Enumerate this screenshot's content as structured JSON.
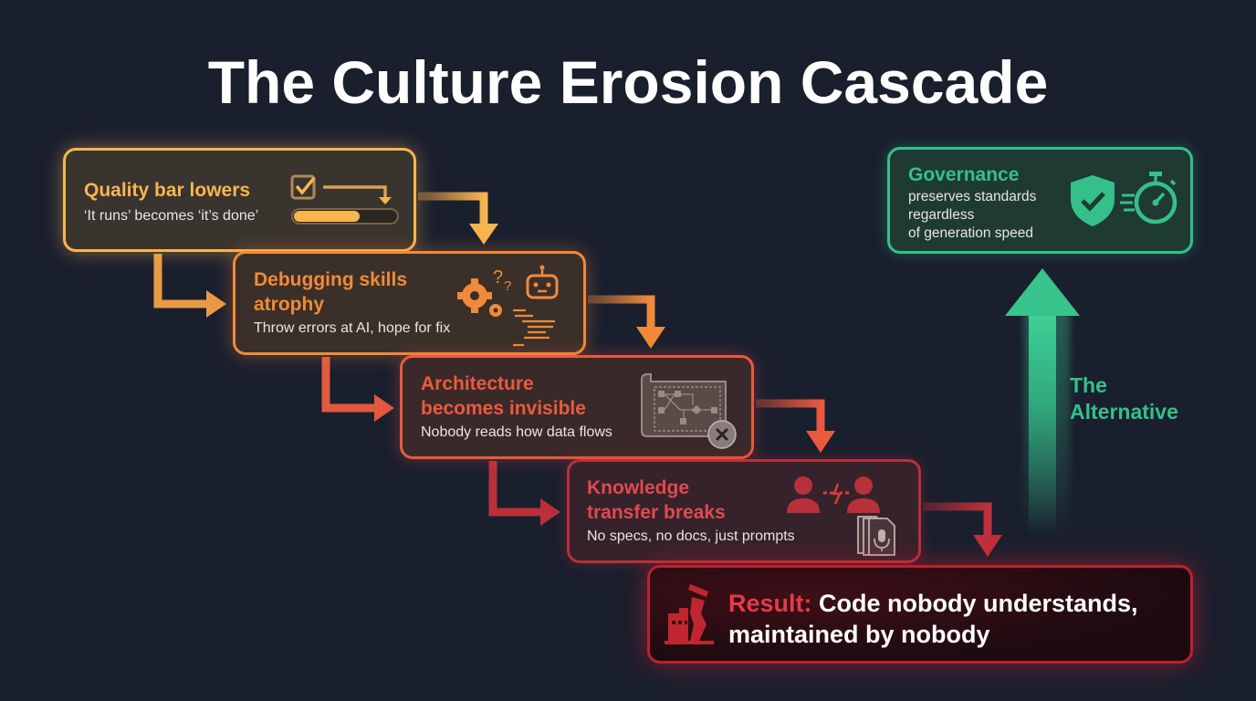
{
  "title": "The Culture Erosion Cascade",
  "colors": {
    "background": "#1a1f2e",
    "stage1": "#f7b550",
    "stage2": "#f08a3a",
    "stage3": "#ea5a3e",
    "stage4": "#e04a4e",
    "result": "#e43b45",
    "alternative": "#35c08a"
  },
  "cascade": [
    {
      "title": "Quality bar lowers",
      "subtitle": "‘It runs’ becomes ‘it’s done’",
      "icon": "checkbox-progress-bar-icon"
    },
    {
      "title_line1": "Debugging skills",
      "title_line2": "atrophy",
      "subtitle": "Throw errors at AI, hope for fix",
      "icon": "gears-robot-icon"
    },
    {
      "title_line1": "Architecture",
      "title_line2": "becomes invisible",
      "subtitle": "Nobody reads how data flows",
      "icon": "blueprint-crossed-icon"
    },
    {
      "title_line1": "Knowledge",
      "title_line2": "transfer breaks",
      "subtitle": "No specs, no docs, just prompts",
      "icon": "people-broken-link-documents-icon"
    }
  ],
  "result": {
    "prefix": "Result:",
    "line1": " Code nobody understands,",
    "line2": "maintained by nobody",
    "icon": "crumbling-building-icon"
  },
  "alternative": {
    "title": "Governance",
    "line1": "preserves standards",
    "line2": "regardless",
    "line3": "of generation speed",
    "label_line1": "The",
    "label_line2": "Alternative",
    "icons": [
      "shield-check-icon",
      "stopwatch-speed-icon"
    ]
  }
}
